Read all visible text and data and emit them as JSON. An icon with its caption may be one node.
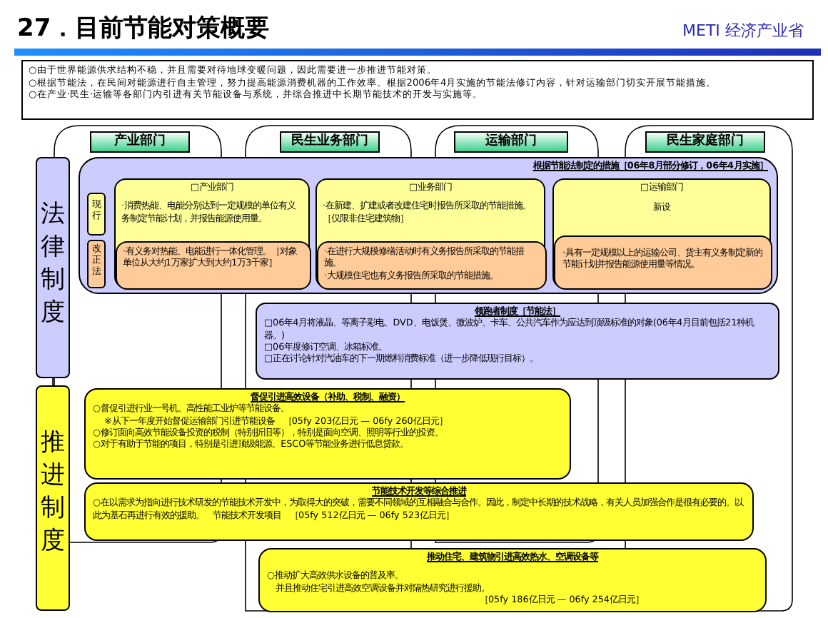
{
  "diagram": {
    "title": "27．目前节能对策概要",
    "nodes": [
      {
        "text": [
          "○由于世界能源供求结构不稳，并且需要对待地球变暖问题，因此需要进一步推进节能对策。",
          "○根据节能法，在民间对能源进行自主管理，努力提高能源消费机器的工作效率。根据2006年4月实施的节能法修订内容，针对运输部门切实开展节能措施。",
          "○在产业·民生·运输等各部门内引进有关节能设备与系统，并综合推进中长期节能技术的开发与实施等。"
        ]
      },
      {
        "text": [
          "产业部门"
        ]
      },
      {
        "text": [
          "民生业务部门"
        ]
      },
      {
        "text": [
          "运输部门"
        ]
      },
      {
        "text": [
          "民生家庭部门"
        ]
      },
      {
        "text": [
          "法律制度"
        ]
      },
      {
        "text": [
          "根据节能法制定的措施［06年8月部分修订，06年4月实施］"
        ]
      },
      {
        "text": [
          "现行"
        ],
        "in": 6
      },
      {
        "text": [
          "改正法"
        ],
        "in": 6
      },
      {
        "text": [
          "□产业部门",
          "·消费热能、电能分别达到一定规模的单位有义务制定节能计划，并报告能源使用量。"
        ],
        "in": 6
      },
      {
        "text": [
          "·有义务对热能、电能进行一体化管理。［对象单位从大约1万家扩大到大约1万3千家］"
        ],
        "in": 9
      },
      {
        "text": [
          "□业务部门",
          "·在新建、扩建或者改建住宅时报告所采取的节能措施。［仅限非住宅建筑物］"
        ],
        "in": 6
      },
      {
        "text": [
          "·在进行大规模修缮活动时有义务报告所采取的节能措施。",
          "·大规模住宅也有义务报告所采取的节能措施。"
        ],
        "in": 11
      },
      {
        "text": [
          "□运输部门",
          "新设"
        ],
        "in": 6
      },
      {
        "text": [
          "·具有一定规模以上的运输公司、货主有义务制定新的节能计划并报告能源使用量等情况。"
        ],
        "in": 13
      },
      {
        "text": [
          "领跑者制度［节能法］",
          "□06年4月将液晶、等离子彩电、DVD、电饭煲、微波炉、卡车、公共汽车作为应达到顶级标准的对象(06年4月目前包括21种机器。)",
          "□06年度修订空调、冰箱标准。",
          "□正在讨论针对汽油车的下一期燃料消费标准（进一步降低现行目标）。"
        ]
      },
      {
        "text": [
          "推进制度"
        ]
      },
      {
        "text": [
          "督促引进高效设备（补助、税制、融资）",
          "○督促引进行业一号机、高性能工业炉等节能设备。",
          "※从下一年度开始督促运输部门引进节能设备　［05fy 203亿日元 — 06fy 260亿日元］",
          "○修订面向高效节能设备投资的税制（特别折旧等），特别是面向空调、照明等行业的投资。",
          "○对于有助于节能的项目，特别是引进顶级能源、ESCO等节能业务进行低息贷款。"
        ]
      },
      {
        "text": [
          "节能技术开发等综合推进",
          "○在以需求为指向进行技术研发的节能技术开发中，为取得大的突破，需要不同领域的互相融合与合作。因此，制定中长期的技术战略，有关人员加强合作是很有必要的。以此为基石再进行有效的援助。　节能技术开发项目　［05fy 512亿日元 — 06fy 523亿日元］"
        ]
      },
      {
        "text": [
          "推动住宅、建筑物引进高效热水、空调设备等",
          "○推动扩大高效供水设备的普及率。",
          "并且推动住宅引进高效空调设备并对隔热研究进行援助。",
          "［05fy 186亿日元 — 06fy 254亿日元］"
        ]
      }
    ],
    "edges": [
      {
        "from": 5,
        "to": 16,
        "arrow": "none"
      }
    ],
    "labels": [
      "METI 经济产业省"
    ]
  }
}
